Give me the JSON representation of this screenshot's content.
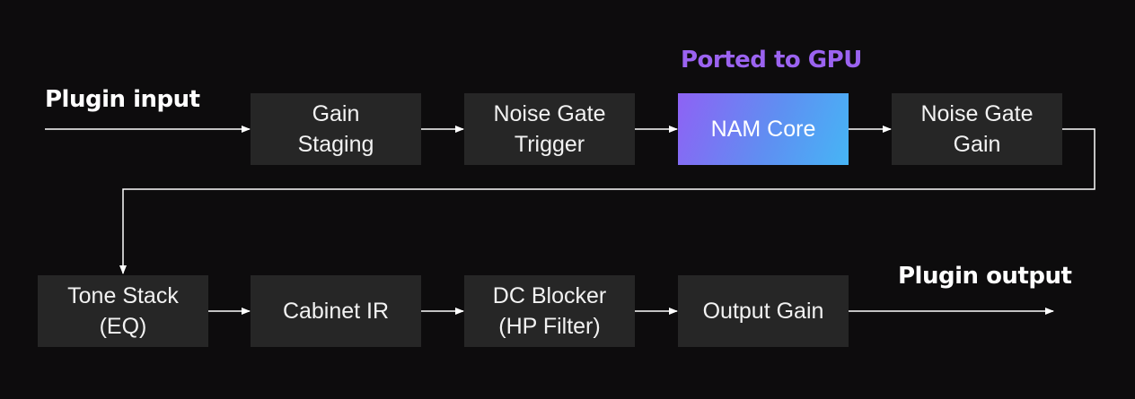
{
  "colors": {
    "background": "#0d0c0d",
    "box": "#262626",
    "wire": "#ffffff",
    "annotation": "#9b63f0",
    "highlight_gradient": [
      "#8e62f4",
      "#46b5f5"
    ]
  },
  "diagram": {
    "input_label": "Plugin input",
    "output_label": "Plugin output",
    "annotation": "Ported to GPU",
    "row1": [
      {
        "label": "Gain\nStaging",
        "highlight": false
      },
      {
        "label": "Noise Gate\nTrigger",
        "highlight": false
      },
      {
        "label": "NAM Core",
        "highlight": true
      },
      {
        "label": "Noise Gate\nGain",
        "highlight": false
      }
    ],
    "row2": [
      {
        "label": "Tone Stack\n(EQ)",
        "highlight": false
      },
      {
        "label": "Cabinet IR",
        "highlight": false
      },
      {
        "label": "DC Blocker\n(HP Filter)",
        "highlight": false
      },
      {
        "label": "Output Gain",
        "highlight": false
      }
    ]
  }
}
